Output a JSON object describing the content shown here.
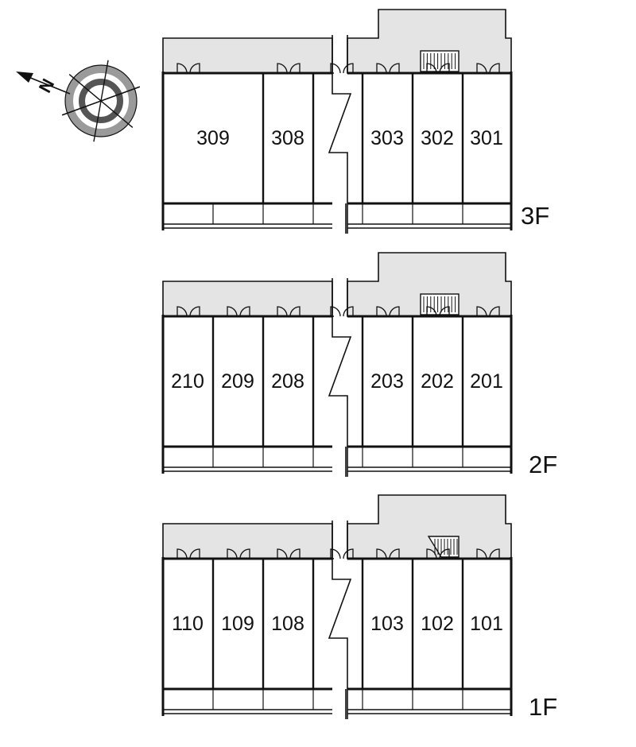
{
  "compass": {
    "label": "N",
    "icon": "north-compass-icon"
  },
  "floors": [
    {
      "key": "3f",
      "label": "3F",
      "left_rooms": [
        "309",
        "308"
      ],
      "left_door_cols": [
        0,
        1
      ],
      "right_rooms": [
        "303",
        "302",
        "301"
      ],
      "stair_style": "straight"
    },
    {
      "key": "2f",
      "label": "2F",
      "left_rooms": [
        "210",
        "209",
        "208"
      ],
      "left_door_cols": [
        0,
        1,
        2
      ],
      "right_rooms": [
        "203",
        "202",
        "201"
      ],
      "stair_style": "straight"
    },
    {
      "key": "1f",
      "label": "1F",
      "left_rooms": [
        "110",
        "109",
        "108"
      ],
      "left_door_cols": [
        0,
        1,
        2
      ],
      "right_rooms": [
        "103",
        "102",
        "101"
      ],
      "stair_style": "angled"
    }
  ],
  "colors": {
    "corridor": "#e4e4e4",
    "wall": "#111111",
    "compass_ring": "#9a9a9a"
  }
}
